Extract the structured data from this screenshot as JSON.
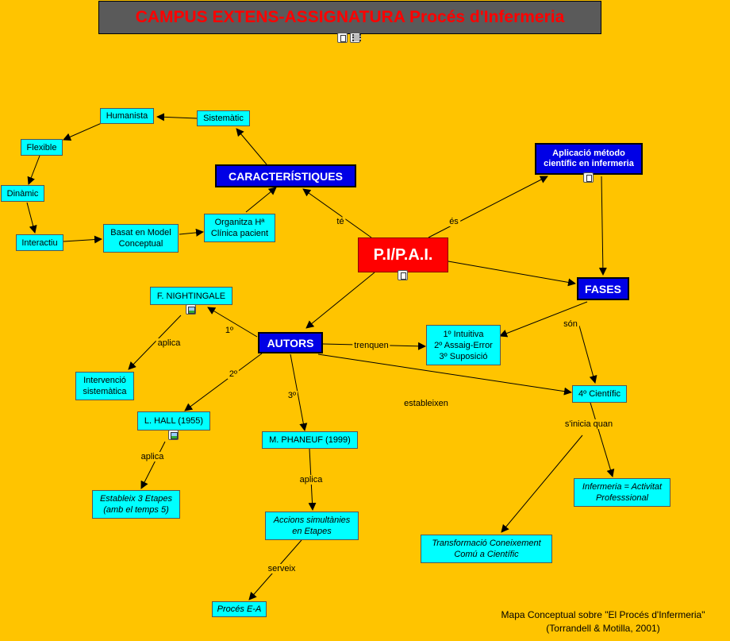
{
  "title": "CAMPUS EXTENS-ASSIGNATURA Procés d'Infermeria",
  "nodes": {
    "humanista": "Humanista",
    "sistematic": "Sistemàtic",
    "flexible": "Flexible",
    "dinamic": "Dinàmic",
    "interactiu": "Interactiu",
    "basat": "Basat en Model\nConceptual",
    "organitza": "Organitza Hª\nClínica pacient",
    "caracteristiques": "CARACTERÍSTIQUES",
    "pipai": "P.I/P.A.I.",
    "aplicacio": "Aplicació método\ncientífic en infermeria",
    "fases": "FASES",
    "nightingale": "F. NIGHTINGALE",
    "autors": "AUTORS",
    "intuitiva": "1º Intuitiva\n2º Assaig-Error\n3º Suposició",
    "intervencio": "Intervenció\nsistemàtica",
    "cientific": "4º Científic",
    "hall": "L. HALL (1955)",
    "phaneuf": "M. PHANEUF (1999)",
    "etapes": "Estableix 3 Etapes\n(amb el temps 5)",
    "accions": "Accions simultànies\nen Etapes",
    "activitat": "Infermeria = Activitat\nProfesssional",
    "transformacio": "Transformació Coneixement\nComú a Científic",
    "proces_ea": "Procés E-A"
  },
  "links": {
    "te": "té",
    "es": "és",
    "son": "són",
    "first": "1º",
    "second": "2º",
    "third": "3º",
    "aplica_1": "aplica",
    "aplica_2": "aplica",
    "aplica_3": "aplica",
    "trenquen": "trenquen",
    "estableixen": "estableixen",
    "sinicia": "s'inicia quan",
    "serveix": "serveix"
  },
  "credit": {
    "line1": "Mapa Conceptual sobre \"El Procés d'Infermeria\"",
    "line2": "(Torrandell &  Motilla, 2001)"
  },
  "icons": {
    "title_doc": "document-icon",
    "title_film": "film-icon",
    "pipai_doc": "document-icon",
    "aplicacio_doc": "document-icon",
    "nightingale_img": "image-icon",
    "hall_img": "image-icon"
  },
  "colors": {
    "background": "#FFC400",
    "node_fill": "#00FFFF",
    "concept_blue": "#0000E6",
    "root_red": "#FF0000",
    "title_fill": "#5A5A5A",
    "title_text": "#FF0000"
  }
}
